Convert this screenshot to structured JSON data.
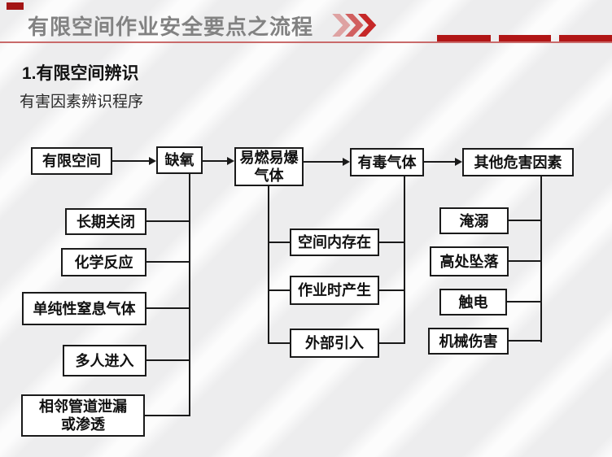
{
  "header": {
    "title": "有限空间作业安全要点之流程",
    "chevrons_icon": "triple-chevron-right",
    "accent_color": "#b11616"
  },
  "section": {
    "heading": "1.有限空间辨识",
    "subtitle": "有害因素辨识程序"
  },
  "flowchart": {
    "main_chain": [
      "有限空间",
      "缺氧",
      "易燃易爆气体",
      "有毒气体",
      "其他危害因素"
    ],
    "oxygen_deficiency_causes": [
      "长期关闭",
      "化学反应",
      "单纯性窒息气体",
      "多人进入",
      "相邻管道泄漏或渗透"
    ],
    "gas_source_factors": [
      "空间内存在",
      "作业时产生",
      "外部引入"
    ],
    "other_hazard_types": [
      "淹溺",
      "高处坠落",
      "触电",
      "机械伤害"
    ]
  }
}
